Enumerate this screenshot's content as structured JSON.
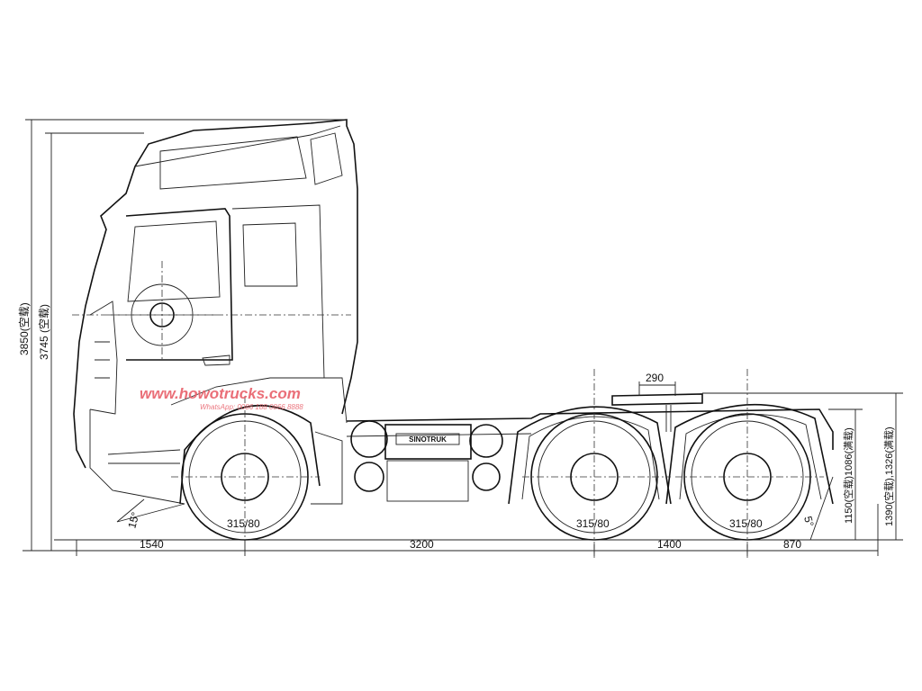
{
  "drawing": {
    "overall_height_label": "3850(空载)",
    "cab_height_label": "3745 (空载)",
    "front_overhang": "1540",
    "wheelbase_front": "3200",
    "rear_axle_spacing": "1400",
    "rear_overhang": "870",
    "fifth_wheel_offset": "290",
    "tire_front": "315/80",
    "tire_mid": "315/80",
    "tire_rear": "315/80",
    "approach_angle": "15°",
    "departure_angle": "5°",
    "fifth_wheel_height_label": "1150(空载)1086(满载)",
    "frame_height_label": "1390(空载),1326(满载)",
    "tank_brand": "SINOTRUK"
  },
  "watermark": {
    "site": "www.howotrucks.com",
    "whatsapp": "WhatsApp: 0086 188 0866 8888"
  }
}
